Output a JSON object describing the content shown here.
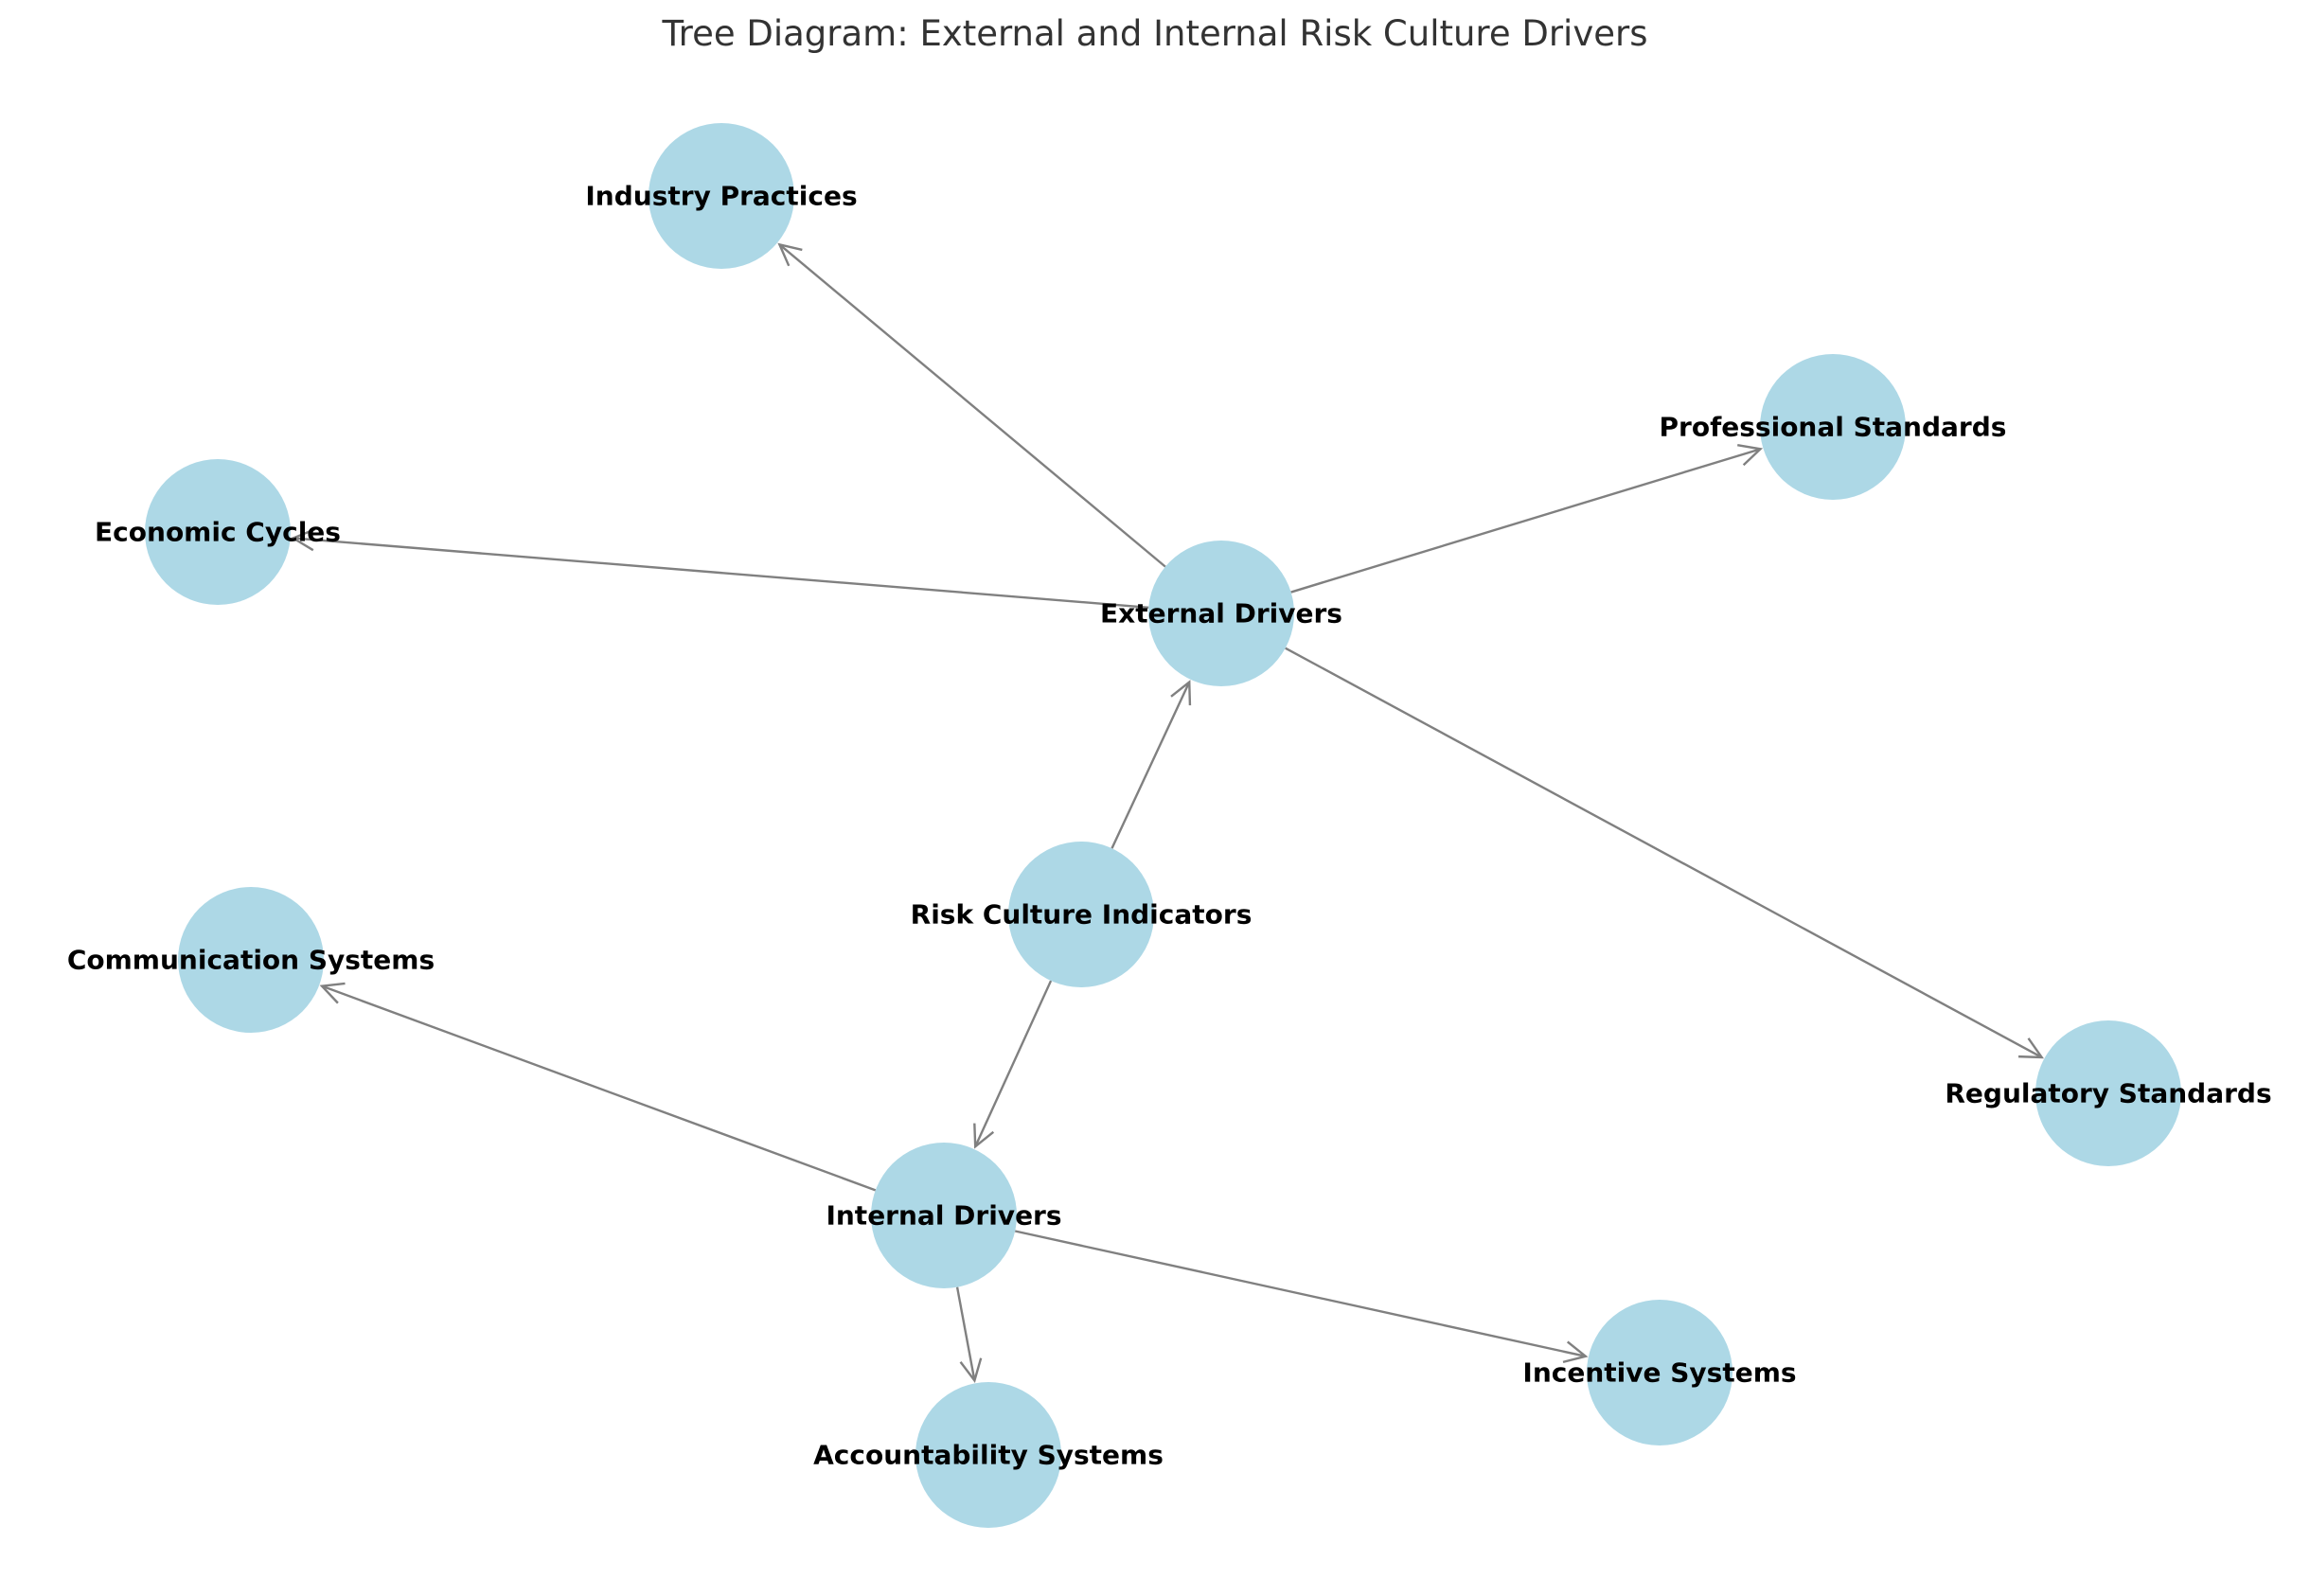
{
  "title": "Tree Diagram: External and Internal Risk Culture Drivers",
  "colors": {
    "node_fill": "#add8e6",
    "edge": "#808080",
    "label": "#000000",
    "title": "#333333",
    "background": "#ffffff"
  },
  "nodes": [
    {
      "id": "root",
      "label": "Risk Culture Indicators"
    },
    {
      "id": "external",
      "label": "External Drivers"
    },
    {
      "id": "internal",
      "label": "Internal Drivers"
    },
    {
      "id": "industry",
      "label": "Industry Practices"
    },
    {
      "id": "professional",
      "label": "Professional Standards"
    },
    {
      "id": "economic",
      "label": "Economic Cycles"
    },
    {
      "id": "regulatory",
      "label": "Regulatory Standards"
    },
    {
      "id": "communication",
      "label": "Communication Systems"
    },
    {
      "id": "accountability",
      "label": "Accountability Systems"
    },
    {
      "id": "incentive",
      "label": "Incentive Systems"
    }
  ],
  "edges": [
    {
      "from": "root",
      "to": "external"
    },
    {
      "from": "root",
      "to": "internal"
    },
    {
      "from": "external",
      "to": "industry"
    },
    {
      "from": "external",
      "to": "professional"
    },
    {
      "from": "external",
      "to": "economic"
    },
    {
      "from": "external",
      "to": "regulatory"
    },
    {
      "from": "internal",
      "to": "communication"
    },
    {
      "from": "internal",
      "to": "accountability"
    },
    {
      "from": "internal",
      "to": "incentive"
    }
  ]
}
